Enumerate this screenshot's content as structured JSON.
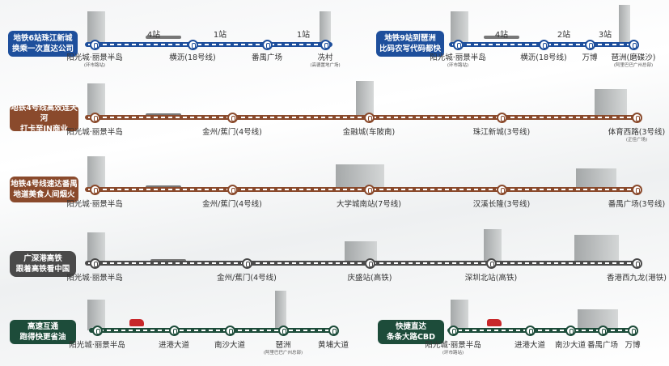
{
  "colors": {
    "blue": "#1e4f9c",
    "brown": "#8a4a2c",
    "gray": "#4a4a4a",
    "green": "#1d4c3a"
  },
  "routes": [
    {
      "id": "metro6",
      "color": "blue",
      "label": [
        "地铁6站珠江新城",
        "换乘一次直达公司"
      ],
      "stations": [
        {
          "name": "阳光城·丽景半岛",
          "sub": "(环市路站)"
        },
        {
          "name": "横沥(18号线)"
        },
        {
          "name": "番禺广场"
        },
        {
          "name": "冼村",
          "sub": "(高德置地广场)"
        }
      ],
      "counts": [
        "4站",
        "1站",
        "1站"
      ]
    },
    {
      "id": "metro9",
      "color": "blue",
      "label": [
        "地铁9站到琶洲",
        "比码农写代码都快"
      ],
      "stations": [
        {
          "name": "阳光城·丽景半岛",
          "sub": "(环市路站)"
        },
        {
          "name": "横沥(18号线)"
        },
        {
          "name": "万博"
        },
        {
          "name": "琶洲(磨碟沙)",
          "sub": "(阿里巴巴广州总部)"
        }
      ],
      "counts": [
        "4站",
        "2站",
        "3站"
      ]
    },
    {
      "id": "metro4a",
      "color": "brown",
      "label": [
        "地铁4号线高效连天河",
        "打卡至IN商业"
      ],
      "stations": [
        {
          "name": "阳光城·丽景半岛"
        },
        {
          "name": "金州/蕉门(4号线)"
        },
        {
          "name": "金融城(车陂南)"
        },
        {
          "name": "珠江新城(3号线)"
        },
        {
          "name": "体育西路(3号线)",
          "sub": "(正佳广场)"
        }
      ]
    },
    {
      "id": "metro4b",
      "color": "brown",
      "label": [
        "地铁4号线速达番禺",
        "地道美食人间烟火"
      ],
      "stations": [
        {
          "name": "阳光城·丽景半岛"
        },
        {
          "name": "金州/蕉门(4号线)"
        },
        {
          "name": "大学城南站(7号线)"
        },
        {
          "name": "汉溪长隆(3号线)"
        },
        {
          "name": "番禺广场(3号线)"
        }
      ]
    },
    {
      "id": "hsr",
      "color": "gray",
      "label": [
        "广深港高铁",
        "跟着高铁看中国"
      ],
      "stations": [
        {
          "name": "阳光城·丽景半岛"
        },
        {
          "name": "金州/蕉门(4号线)"
        },
        {
          "name": "庆盛站(高铁)"
        },
        {
          "name": "深圳北站(高铁)"
        },
        {
          "name": "香港西九龙(港铁)"
        }
      ]
    },
    {
      "id": "road1",
      "color": "green",
      "label": [
        "高速互通",
        "跑得快更省油"
      ],
      "stations": [
        {
          "name": "阳光城·丽景半岛"
        },
        {
          "name": "进港大道"
        },
        {
          "name": "南沙大道"
        },
        {
          "name": "琶洲",
          "sub": "(阿里巴巴广州总部)"
        },
        {
          "name": "黄埔大道"
        }
      ]
    },
    {
      "id": "road2",
      "color": "green",
      "label": [
        "快捷直达",
        "条条大路CBD"
      ],
      "stations": [
        {
          "name": "阳光城·丽景半岛",
          "sub": "(环市路站)"
        },
        {
          "name": "进港大道"
        },
        {
          "name": "南沙大道"
        },
        {
          "name": "番禺广场"
        },
        {
          "name": "万博"
        }
      ]
    }
  ]
}
